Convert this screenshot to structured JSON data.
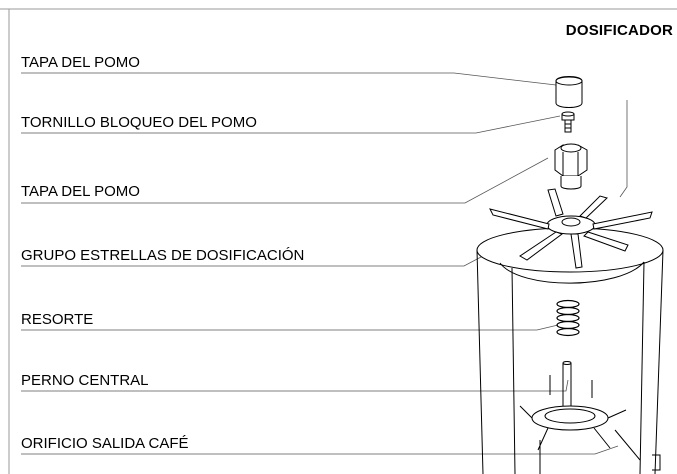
{
  "title": "DOSIFICADOR",
  "labels": [
    "TAPA DEL POMO",
    "TORNILLO BLOQUEO DEL POMO",
    "TAPA DEL POMO",
    "GRUPO ESTRELLAS DE DOSIFICACIÓN",
    "RESORTE",
    "PERNO CENTRAL",
    "ORIFICIO SALIDA CAFÉ"
  ]
}
